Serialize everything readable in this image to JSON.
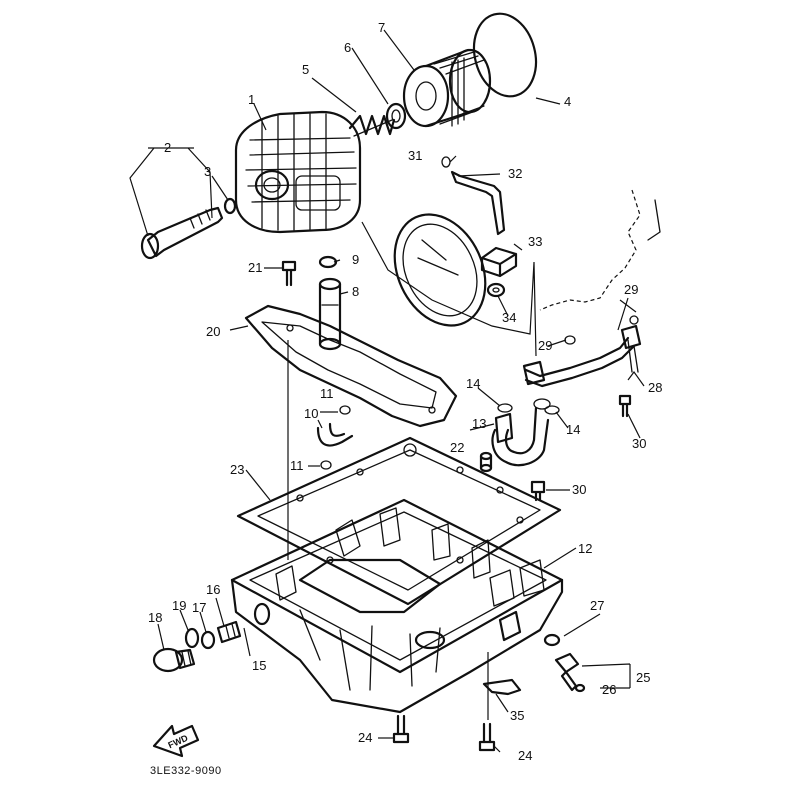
{
  "callouts": {
    "c1": "1",
    "c2": "2",
    "c3": "3",
    "c4": "4",
    "c5": "5",
    "c6": "6",
    "c7": "7",
    "c8": "8",
    "c9": "9",
    "c10": "10",
    "c11a": "11",
    "c11b": "11",
    "c12": "12",
    "c13": "13",
    "c14a": "14",
    "c14b": "14",
    "c15": "15",
    "c16": "16",
    "c17": "17",
    "c18": "18",
    "c19": "19",
    "c20": "20",
    "c21": "21",
    "c22": "22",
    "c23": "23",
    "c24a": "24",
    "c24b": "24",
    "c25": "25",
    "c26": "26",
    "c27": "27",
    "c28": "28",
    "c29a": "29",
    "c29b": "29",
    "c30a": "30",
    "c30b": "30",
    "c31": "31",
    "c32": "32",
    "c33": "33",
    "c34": "34",
    "c35": "35"
  },
  "fwd_label": "FWD",
  "diagram_code": "3LE332-9090"
}
